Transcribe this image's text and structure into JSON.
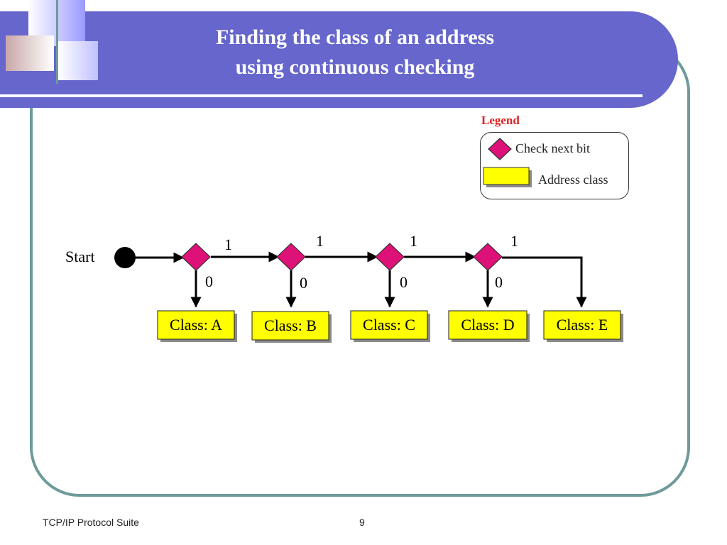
{
  "slide": {
    "title_lines": [
      "Finding the class of an address",
      "using continuous checking"
    ],
    "footer_left": "TCP/IP Protocol Suite",
    "page_number": "9"
  },
  "legend": {
    "title": "Legend",
    "check_label": "Check next bit",
    "class_label": "Address class"
  },
  "diagram": {
    "start_label": "Start",
    "bit_one": "1",
    "bit_zero": "0",
    "classes": [
      "Class: A",
      "Class: B",
      "Class: C",
      "Class: D",
      "Class: E"
    ],
    "colors": {
      "diamond": "#dd1177",
      "class_box": "#ffff00",
      "shadow": "#8a8a8a",
      "line": "#000000"
    }
  }
}
